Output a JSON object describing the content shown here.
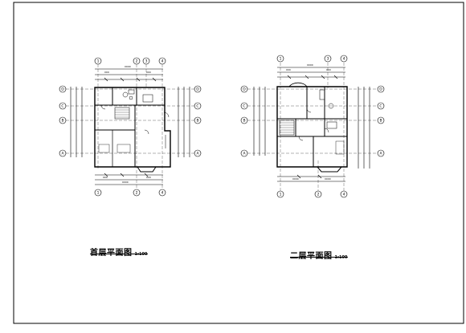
{
  "drawing_sheet": {
    "ground_floor": {
      "title": "首层平面图",
      "scale": "1:100",
      "axis_numbers": [
        "1",
        "2",
        "3",
        "4"
      ],
      "axis_letters": [
        "D",
        "C",
        "B",
        "A"
      ]
    },
    "second_floor": {
      "title": "二层平面图",
      "scale": "1:100",
      "axis_numbers": [
        "1",
        "2",
        "3",
        "4"
      ],
      "axis_letters": [
        "D",
        "C",
        "B",
        "A"
      ]
    }
  }
}
